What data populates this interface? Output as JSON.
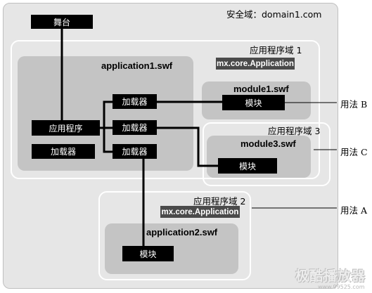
{
  "security_domain": {
    "label": "安全域：domain1.com"
  },
  "stage": {
    "label": "舞台"
  },
  "app_domain_1": {
    "label": "应用程序域 1",
    "class_label": "mx.core.Application",
    "swf": {
      "label": "application1.swf",
      "application_label": "应用程序",
      "loader_label": "加载器",
      "loaders": [
        "加载器",
        "加载器",
        "加载器"
      ]
    },
    "module1": {
      "label": "module1.swf",
      "module_label": "模块"
    }
  },
  "app_domain_3": {
    "label": "应用程序域 3",
    "module3": {
      "label": "module3.swf",
      "module_label": "模块"
    }
  },
  "app_domain_2": {
    "label": "应用程序域 2",
    "class_label": "mx.core.Application",
    "swf": {
      "label": "application2.swf",
      "module_label": "模块"
    }
  },
  "callouts": {
    "b": "用法 B",
    "c": "用法 C",
    "a": "用法 A"
  },
  "watermark": {
    "title": "极酷播放器",
    "url": "www.99525.com"
  }
}
